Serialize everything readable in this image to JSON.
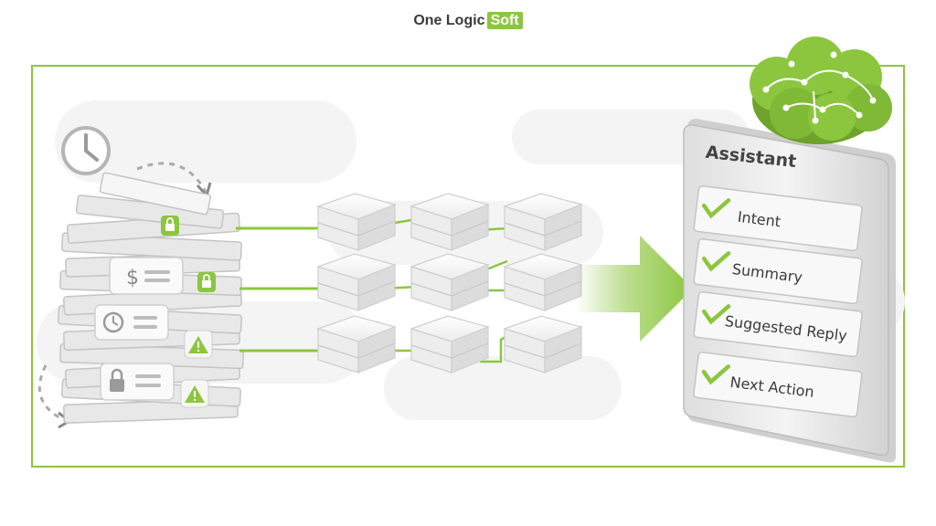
{
  "brand": {
    "name": "One Logic",
    "highlight": "Soft"
  },
  "colors": {
    "accent": "#8cc63f",
    "accent_dark": "#6da22b",
    "card": "#f2f2f2",
    "card_edge": "#c9c9c9",
    "text": "#3a3a3a"
  },
  "assistant": {
    "title": "Assistant",
    "items": [
      {
        "label": "Intent"
      },
      {
        "label": "Summary"
      },
      {
        "label": "Suggested Reply"
      },
      {
        "label": "Next Action"
      }
    ]
  },
  "icons": {
    "clock": "clock-icon",
    "lock": "lock-icon",
    "dollar": "dollar-icon",
    "warning": "warning-icon",
    "check": "check-icon",
    "brain": "brain-icon",
    "arrow": "arrow-right-icon"
  }
}
